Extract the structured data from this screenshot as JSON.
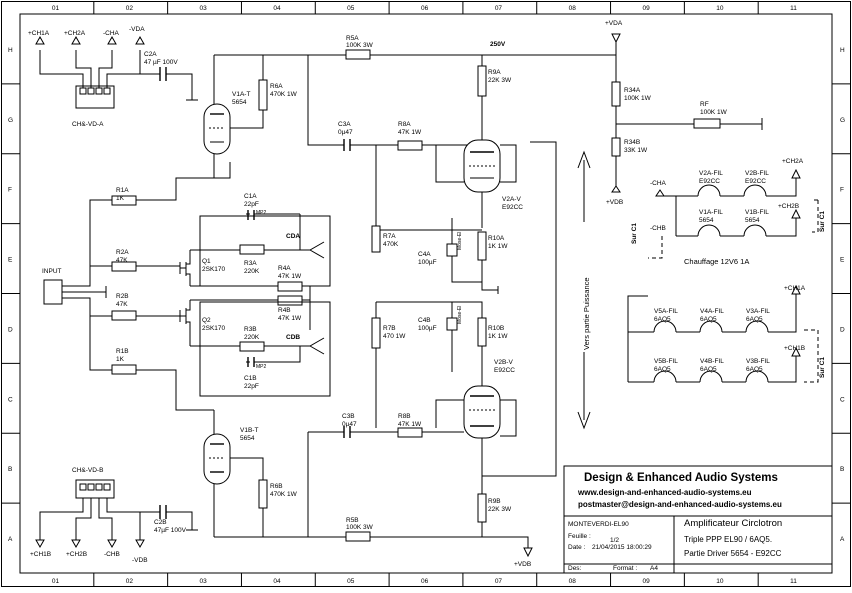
{
  "frame": {
    "columns": [
      "01",
      "02",
      "03",
      "04",
      "05",
      "06",
      "07",
      "08",
      "09",
      "10",
      "11"
    ],
    "rows": [
      "H",
      "G",
      "F",
      "E",
      "D",
      "C",
      "B",
      "A"
    ]
  },
  "title_block": {
    "company": "Design & Enhanced Audio Systems",
    "website": "www.design-and-enhanced-audio-systems.eu",
    "email": "postmaster@design-and-enhanced-audio-systems.eu",
    "project": "MONTEVERDI-EL90",
    "sheet_label": "Feuille :",
    "sheet_value": "1/2",
    "date_label": "Date :",
    "date_value": "21/04/2015 18:00:29",
    "des_label": "Des:",
    "format_label": "Format :",
    "format_value": "A4",
    "title1": "Amplificateur Circlotron",
    "title2": "Triple PPP EL90 / 6AQ5.",
    "title3": "Partie Driver 5654 - E92CC"
  },
  "connectors": {
    "cha": {
      "ref": "CH&-VD-A",
      "pins": [
        "+CH1A",
        "+CH2A",
        "-CHA",
        "-VDA"
      ]
    },
    "chb": {
      "ref": "CH&-VD-B",
      "pins": [
        "+CH1B",
        "+CH2B",
        "-CHB",
        "-VDB"
      ]
    },
    "input": "INPUT"
  },
  "power": {
    "rail": "250V",
    "vda": "+VDA",
    "vdb": "+VDB",
    "vers": "Vers partie Puissance"
  },
  "components": {
    "c2a": [
      "C2A",
      "47 µF 100V"
    ],
    "c2b": [
      "C2B",
      "47µF 100V"
    ],
    "r5a": [
      "R5A",
      "100K 3W"
    ],
    "r5b": [
      "R5B",
      "100K 3W"
    ],
    "v1a": [
      "V1A-T",
      "5654"
    ],
    "v1b": [
      "V1B-T",
      "5654"
    ],
    "r6a": [
      "R6A",
      "470K 1W"
    ],
    "r6b": [
      "R6B",
      "470K 1W"
    ],
    "c3a": [
      "C3A",
      "0µ47"
    ],
    "c3b": [
      "C3B",
      "0µ47"
    ],
    "r8a": [
      "R8A",
      "47K 1W"
    ],
    "r8b": [
      "R8B",
      "47K 1W"
    ],
    "r9a": [
      "R9A",
      "22K 3W"
    ],
    "r9b": [
      "R9B",
      "22K 3W"
    ],
    "v2a": [
      "V2A-V",
      "E92CC"
    ],
    "v2b": [
      "V2B-V",
      "E92CC"
    ],
    "r7a": [
      "R7A",
      "470K"
    ],
    "r7b": [
      "R7B",
      "470 1W"
    ],
    "c4a": [
      "C4A",
      "100µF"
    ],
    "c4b": [
      "C4B",
      "100µF"
    ],
    "c4_type": "Mose-El",
    "r10a": [
      "R10A",
      "1K 1W"
    ],
    "r10b": [
      "R10B",
      "1K 1W"
    ],
    "r1a": [
      "R1A",
      "1K"
    ],
    "r1b": [
      "R1B",
      "1K"
    ],
    "r2a": [
      "R2A",
      "47K"
    ],
    "r2b": [
      "R2B",
      "47K"
    ],
    "c1a": [
      "C1A",
      "22pF"
    ],
    "c1b": [
      "C1B",
      "22pF"
    ],
    "c1_type": "MP2",
    "r3a": [
      "R3A",
      "220K"
    ],
    "r3b": [
      "R3B",
      "220K"
    ],
    "r4a": [
      "R4A",
      "47K 1W"
    ],
    "r4b": [
      "R4B",
      "47K 1W"
    ],
    "q1": [
      "Q1",
      "2SK170"
    ],
    "q2": [
      "Q2",
      "2SK170"
    ],
    "cda": "CDA",
    "cdb": "CDB",
    "r34a": [
      "R34A",
      "100K 1W"
    ],
    "r34b": [
      "R34B",
      "33K 1W"
    ],
    "rf": [
      "RF",
      "100K 1W"
    ]
  },
  "heater": {
    "title": "Chauffage 12V6  1A",
    "top": [
      {
        "name": "V2A-FIL",
        "type": "E92CC"
      },
      {
        "name": "V2B-FIL",
        "type": "E92CC"
      },
      {
        "name": "V1A-FIL",
        "type": "5654"
      },
      {
        "name": "V1B-FIL",
        "type": "5654"
      }
    ],
    "bottom_row1": [
      {
        "name": "V5A-FIL",
        "type": "6AQ5"
      },
      {
        "name": "V4A-FIL",
        "type": "6AQ5"
      },
      {
        "name": "V3A-FIL",
        "type": "6AQ5"
      }
    ],
    "bottom_row2": [
      {
        "name": "V5B-FIL",
        "type": "6AQ5"
      },
      {
        "name": "V4B-FIL",
        "type": "6AQ5"
      },
      {
        "name": "V3B-FIL",
        "type": "6AQ5"
      }
    ],
    "labels": {
      "ch2a": "+CH2A",
      "ch2b": "+CH2B",
      "ch1a": "+CH1A",
      "ch1b": "+CH1B",
      "cha": "-CHA",
      "chb": "-CHB",
      "sur": "Sur  C1",
      "vdb": "+VDB"
    }
  }
}
